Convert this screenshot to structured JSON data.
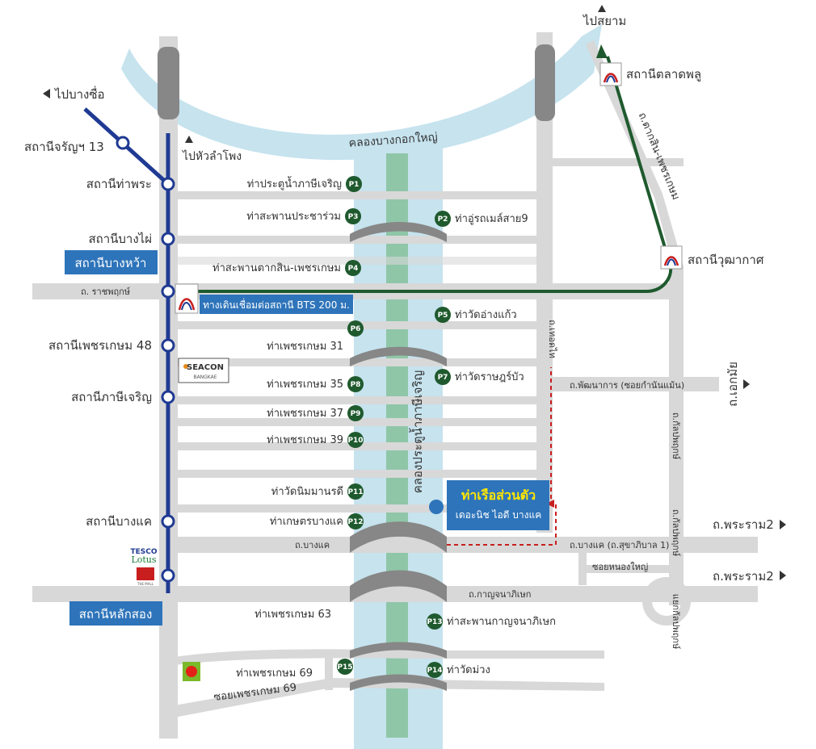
{
  "colors": {
    "river": "#c6e3ee",
    "river_center": "#8fc6a8",
    "road": "#d8d8d8",
    "road_dark": "#878787",
    "mrt": "#1f3a93",
    "bts": "#1f5a2e",
    "badge": "#2e74ba",
    "pier": "#1f5a2e",
    "route": "#c81e1e"
  },
  "directions": {
    "bangsue": "ไปบางซื่อ",
    "hualamphong": "ไปหัวลำโพง",
    "siam": "ไปสยาม",
    "ekkamai": "ถ.เอกมัย",
    "rama2_1": "ถ.พระราม2",
    "rama2_2": "ถ.พระราม2"
  },
  "canal": "คลองบางกอกใหญ่",
  "canal_vertical": "คลองประตูน้ำภาษีเจริญ",
  "mrt_stations": [
    "สถานีจรัญฯ 13",
    "สถานีท่าพระ",
    "สถานีบางไผ่",
    "สถานีบางหว้า",
    "สถานีเพชรเกษม 48",
    "สถานีภาษีเจริญ",
    "สถานีบางแค",
    "สถานีหลักสอง"
  ],
  "bts_stations": [
    "สถานีตลาดพลู",
    "สถานีวุฒากาศ"
  ],
  "roads": {
    "ratchaphruek": "ถ. ราชพฤกษ์",
    "bangkhae": "ถ.บางแค",
    "kanchanaphisek": "ถ.กาญจนาภิเษก",
    "thoet_thai": "ถ.เทอดไท",
    "phatthanakan": "ถ.พัฒนาการ (ซอยกำนันแม้น)",
    "bangkhae_sukhaphiban": "ถ.บางแค (ถ.สุขาภิบาล 1)",
    "soi_nong_yai": "ซอยหนองใหญ่",
    "kanlapaphruek_1": "ถ.กัลปพฤกษ์",
    "kanlapaphruek_2": "ถ.กัลปพฤกษ์",
    "ratchaphruek_v": "แยกกัลปพฤกษ์",
    "taksin_phetkasem": "ถ.ตากสิน-เพชรเกษม",
    "soi_phetkasem_69": "ซอยเพชรเกษม 69"
  },
  "skywalk": "ทางเดินเชื่อมต่อสถานี BTS 200 ม.",
  "piers": [
    {
      "code": "P1",
      "name": "ท่าประตูน้ำภาษีเจริญ"
    },
    {
      "code": "P2",
      "name": "ท่าอู่รถเมล์สาย9"
    },
    {
      "code": "P3",
      "name": "ท่าสะพานประชาร่วม"
    },
    {
      "code": "P4",
      "name": "ท่าสะพานตากสิน-เพชรเกษม"
    },
    {
      "code": "P5",
      "name": "ท่าวัดอ่างแก้ว"
    },
    {
      "code": "P6",
      "name": ""
    },
    {
      "code": "P7",
      "name": "ท่าวัดราษฎร์บัว"
    },
    {
      "code": "P8",
      "name": "ท่าเพชรเกษม 35"
    },
    {
      "code": "P9",
      "name": "ท่าเพชรเกษม 37"
    },
    {
      "code": "P10",
      "name": "ท่าเพชรเกษม 39"
    },
    {
      "code": "P11",
      "name": "ท่าวัดนิมมานรดี"
    },
    {
      "code": "P12",
      "name": "ท่าเกษตรบางแค"
    },
    {
      "code": "P13",
      "name": "ท่าสะพานกาญจนาภิเษก"
    },
    {
      "code": "P14",
      "name": "ท่าวัดม่วง"
    },
    {
      "code": "P15",
      "name": "ท่าเพชรเกษม 69"
    }
  ],
  "extra_labels": {
    "phetkasem31": "ท่าเพชรเกษม 31",
    "phetkasem63": "ท่าเพชรเกษม 63"
  },
  "private_pier": {
    "title": "ท่าเรือส่วนตัว",
    "subtitle": "เดอะนิช ไอดี บางแค"
  },
  "landmarks": {
    "seacon": "SEACON",
    "seacon_sub": "BANGKAE",
    "tesco": "TESCO",
    "lotus": "Lotus",
    "themall": "THE MALL"
  }
}
